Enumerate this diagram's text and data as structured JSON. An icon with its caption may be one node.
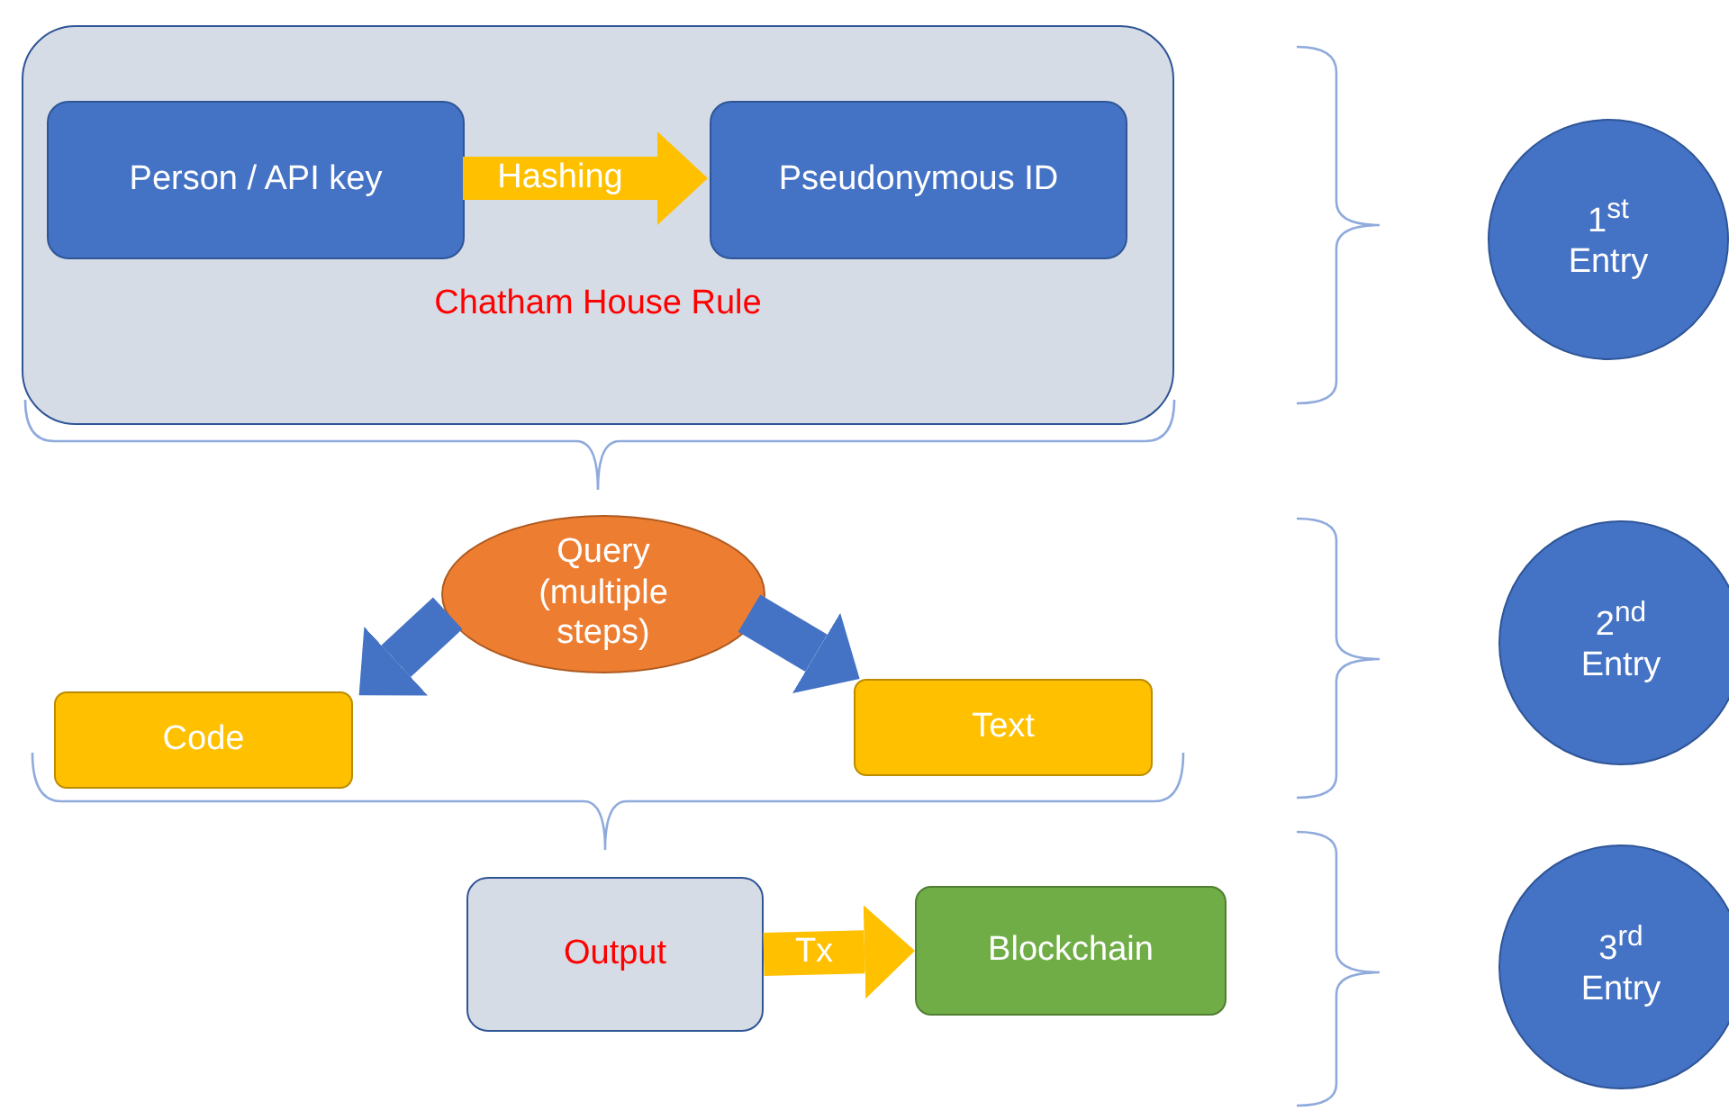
{
  "diagram": {
    "nodes": [
      {
        "text": [
          "Chatham House Rule"
        ]
      },
      {
        "text": [
          "Person / API key"
        ],
        "in": 0
      },
      {
        "text": [
          "Pseudonymous ID"
        ],
        "in": 0
      },
      {
        "text": [
          "Query (multiple steps)"
        ]
      },
      {
        "text": [
          "Code"
        ]
      },
      {
        "text": [
          "Text"
        ]
      },
      {
        "text": [
          "Output"
        ]
      },
      {
        "text": [
          "Blockchain"
        ]
      },
      {
        "text": [
          "1$^{st}$ Entry"
        ]
      },
      {
        "text": [
          "2$^{nd}$ Entry"
        ]
      },
      {
        "text": [
          "3$^{rd}$ Entry"
        ]
      }
    ],
    "edges": [
      {
        "from": 1,
        "to": 2,
        "arrow": "to",
        "label": "Hashing",
        "color": "#ffc000"
      },
      {
        "from": 3,
        "to": 4,
        "arrow": "to",
        "color": "#4472c4"
      },
      {
        "from": 3,
        "to": 5,
        "arrow": "to",
        "color": "#4472c4"
      },
      {
        "from": 6,
        "to": 7,
        "arrow": "to",
        "label": "Tx",
        "color": "#ffc000"
      }
    ]
  }
}
